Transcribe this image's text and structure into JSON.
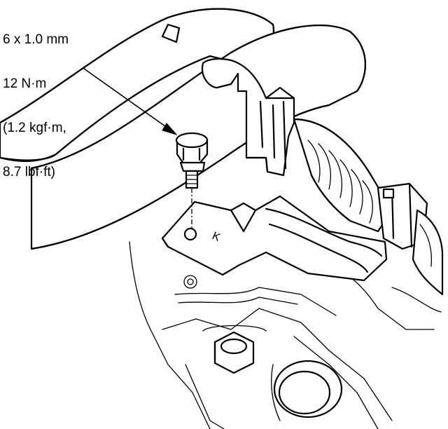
{
  "callout": {
    "lines": [
      "6 x 1.0 mm",
      "12 N·m",
      "(1.2 kgf·m,",
      "8.7 lbf·ft)"
    ]
  },
  "bracket_mark": "K"
}
